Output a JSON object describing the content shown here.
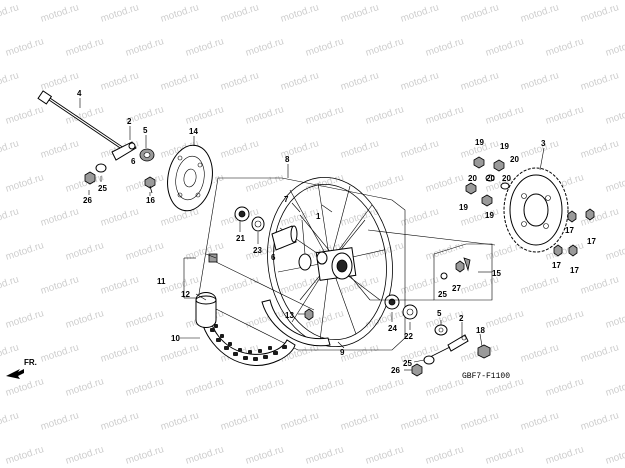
{
  "watermark": {
    "text": "motod.ru"
  },
  "diagram_code": "GBF7-F1100",
  "direction_label": "FR.",
  "callouts": [
    {
      "id": "c-4-top",
      "label": "4"
    },
    {
      "id": "c-2-top",
      "label": "2"
    },
    {
      "id": "c-5",
      "label": "5"
    },
    {
      "id": "c-14",
      "label": "14"
    },
    {
      "id": "c-8",
      "label": "8"
    },
    {
      "id": "c-3",
      "label": "3"
    },
    {
      "id": "c-19a",
      "label": "19"
    },
    {
      "id": "c-19b",
      "label": "19"
    },
    {
      "id": "c-20a",
      "label": "20"
    },
    {
      "id": "c-20b",
      "label": "20"
    },
    {
      "id": "c-20c",
      "label": "20"
    },
    {
      "id": "c-20d",
      "label": "20"
    },
    {
      "id": "c-19c",
      "label": "19"
    },
    {
      "id": "c-19d",
      "label": "19"
    },
    {
      "id": "c-6-top",
      "label": "6"
    },
    {
      "id": "c-25-top",
      "label": "25"
    },
    {
      "id": "c-26-top",
      "label": "26"
    },
    {
      "id": "c-16",
      "label": "16"
    },
    {
      "id": "c-7",
      "label": "7"
    },
    {
      "id": "c-1",
      "label": "1"
    },
    {
      "id": "c-21",
      "label": "21"
    },
    {
      "id": "c-23",
      "label": "23"
    },
    {
      "id": "c-6-mid",
      "label": "6"
    },
    {
      "id": "c-17a",
      "label": "17"
    },
    {
      "id": "c-17b",
      "label": "17"
    },
    {
      "id": "c-17c",
      "label": "17"
    },
    {
      "id": "c-17d",
      "label": "17"
    },
    {
      "id": "c-15",
      "label": "15"
    },
    {
      "id": "c-27",
      "label": "27"
    },
    {
      "id": "c-25-mid",
      "label": "25"
    },
    {
      "id": "c-11",
      "label": "11"
    },
    {
      "id": "c-12",
      "label": "12"
    },
    {
      "id": "c-13",
      "label": "13"
    },
    {
      "id": "c-10",
      "label": "10"
    },
    {
      "id": "c-24",
      "label": "24"
    },
    {
      "id": "c-22",
      "label": "22"
    },
    {
      "id": "c-9",
      "label": "9"
    },
    {
      "id": "c-5-bot",
      "label": "5"
    },
    {
      "id": "c-2-bot",
      "label": "2"
    },
    {
      "id": "c-18",
      "label": "18"
    },
    {
      "id": "c-26-bot",
      "label": "26"
    },
    {
      "id": "c-25-bot",
      "label": "25"
    }
  ]
}
